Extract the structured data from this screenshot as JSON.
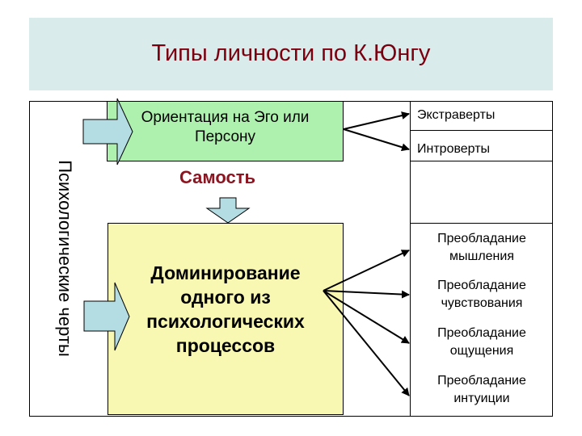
{
  "title": "Типы личности по К.Юнгу",
  "side_label": "Психологические черты",
  "orientation": {
    "line1": "Ориентация на Эго или",
    "line2": "Персону"
  },
  "self": "Самость",
  "dominance": {
    "line1": "Доминирование",
    "line2": "одного из",
    "line3": "психологических",
    "line4": "процессов"
  },
  "right_items": {
    "extraverts": "Экстраверты",
    "introverts": "Интроверты",
    "thinking": {
      "line1": "Преобладание",
      "line2": "мышления"
    },
    "feeling": {
      "line1": "Преобладание",
      "line2": "чувствования"
    },
    "sensation": {
      "line1": "Преобладание",
      "line2": "ощущения"
    },
    "intuition": {
      "line1": "Преобладание",
      "line2": "интуиции"
    }
  },
  "colors": {
    "title_band": "#d9ebea",
    "title_text": "#7a0010",
    "green_box": "#aef0ae",
    "yellow_box": "#f8f8b3",
    "block_arrow": "#b3dde3",
    "self_text": "#8b1520"
  }
}
